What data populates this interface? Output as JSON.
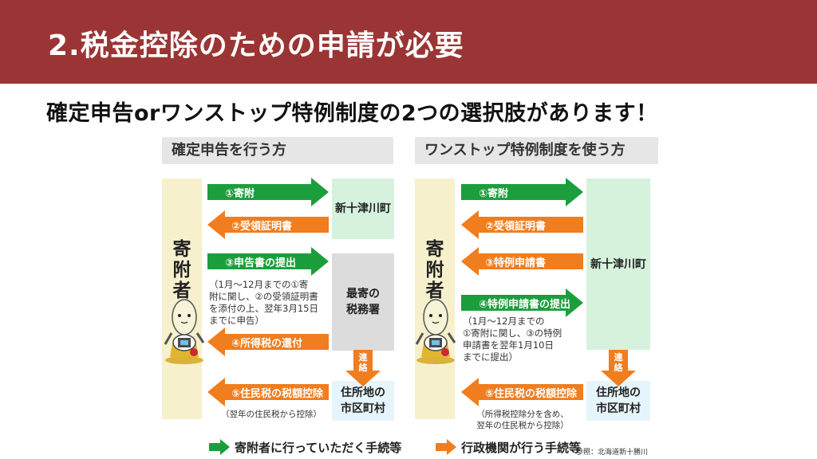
{
  "header": {
    "title": "2.税金控除のための申請が必要"
  },
  "subtitle": "確定申告orワンストップ特例制度の2つの選択肢があります！",
  "colors": {
    "header": "#9b3535",
    "green": "#1c9e3c",
    "orange": "#f07d1e",
    "donor_bg": "#f7f0cc",
    "town_bg": "#d6f2dd",
    "office_bg": "#dcdcdc",
    "local_bg": "#e6f5fb"
  },
  "left_panel": {
    "title": "確定申告を行う方",
    "donor": [
      "寄",
      "附",
      "者"
    ],
    "town": "新十津川町",
    "office": [
      "最寄の",
      "税務署"
    ],
    "local": [
      "住所地の",
      "市区町村"
    ],
    "renraku": [
      "連",
      "絡"
    ],
    "arrows": {
      "a1": "①寄附",
      "a2": "②受領証明書",
      "a3": "③申告書の提出",
      "a4": "④所得税の還付",
      "a5": "⑤住民税の税額控除"
    },
    "note": [
      "（1月～12月までの①寄",
      "附に関し、②の受領証明書",
      "を添付の上、翌年3月15日",
      "までに申告）"
    ],
    "note5": "（翌年の住民税から控除）"
  },
  "right_panel": {
    "title": "ワンストップ特例制度を使う方",
    "donor": [
      "寄",
      "附",
      "者"
    ],
    "town": "新十津川町",
    "local": [
      "住所地の",
      "市区町村"
    ],
    "renraku": [
      "連",
      "絡"
    ],
    "arrows": {
      "a1": "①寄附",
      "a2": "②受領証明書",
      "a3": "③特例申請書",
      "a4": "④特例申請書の提出",
      "a5": "⑤住民税の税額控除"
    },
    "note": [
      "（1月～12月までの",
      "①寄附に関し、③の特例",
      "申請書を翌年1月10日",
      "までに提出）"
    ],
    "note5": [
      "（所得税控除分を含め、",
      "翌年の住民税から控除）"
    ]
  },
  "legend": {
    "green": "寄附者に行っていただく手続等",
    "orange": "行政機関が行う手続等"
  },
  "credit": "参照：北海道新十勝川"
}
